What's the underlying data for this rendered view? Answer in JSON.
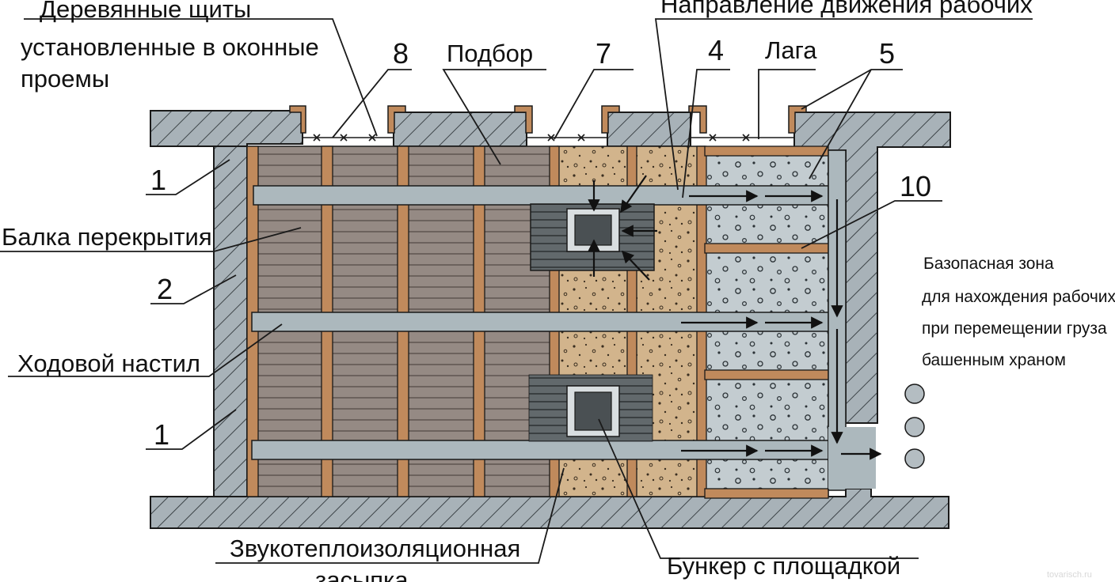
{
  "labels": {
    "shields_line1": "Деревянные щиты",
    "shields_line2": "установленные в оконные",
    "shields_line3": "проемы",
    "workers_direction": "Направление движения рабочих",
    "podbor": "Подбор",
    "laga": "Лага",
    "beam": "Балка перекрытия",
    "walkway": "Ходовой настил",
    "insulation_line1": "Звукотеплоизоляционная",
    "insulation_line2": "засыпка",
    "bunker": "Бункер с площадкой",
    "safe_zone_line1": "Базопасная зона",
    "safe_zone_line2": "для нахождения рабочих",
    "safe_zone_line3": "при перемещении груза",
    "safe_zone_line4": "башенным храном"
  },
  "numbers": {
    "n8": "8",
    "n7": "7",
    "n4": "4",
    "n5": "5",
    "n10": "10",
    "n1_top": "1",
    "n2": "2",
    "n1_bottom": "1"
  },
  "watermark": "tovarisch.ru",
  "colors": {
    "wall": "#a8b2b8",
    "hatch": "#3d4448",
    "wood_floor": "#958a84",
    "joist": "#c08a5c",
    "walkway": "#acb8bd",
    "insulation": "#d2b48c",
    "concrete": "#c3ccd0",
    "bunker": "#62696c",
    "safe_circle": "#b4bdc2",
    "line": "#1a1a1a"
  }
}
